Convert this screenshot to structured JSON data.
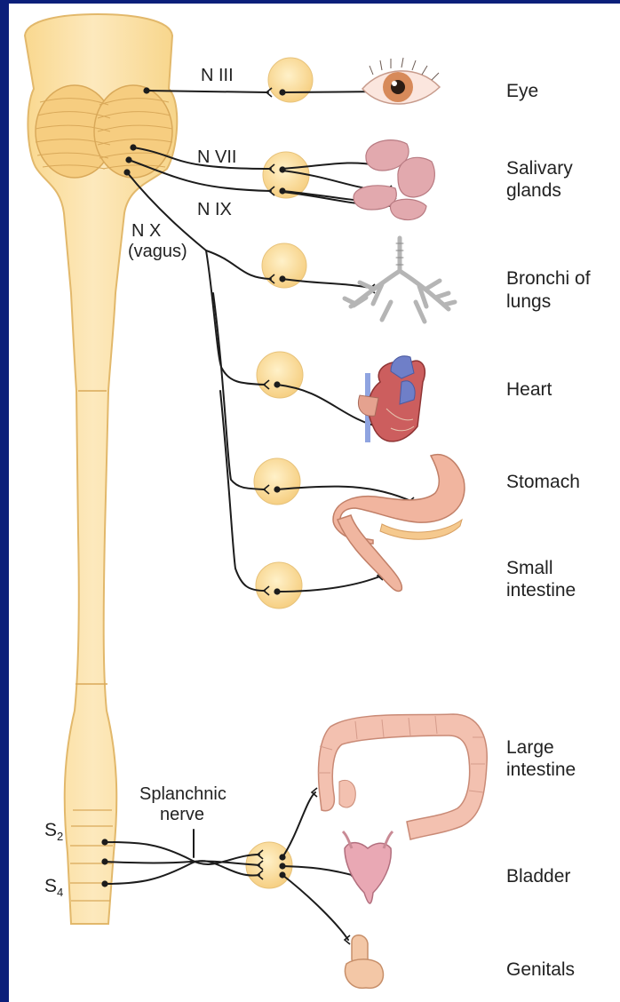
{
  "nerves": {
    "n3": "N III",
    "n7": "N VII",
    "n9": "N IX",
    "n10_line1": "N X",
    "n10_line2": "(vagus)",
    "splanchnic_line1": "Splanchnic",
    "splanchnic_line2": "nerve"
  },
  "segments": {
    "s2_letter": "S",
    "s2_num": "2",
    "s4_letter": "S",
    "s4_num": "4"
  },
  "organs": {
    "eye": "Eye",
    "salivary_1": "Salivary",
    "salivary_2": "glands",
    "bronchi_1": "Bronchi of",
    "bronchi_2": "lungs",
    "heart": "Heart",
    "stomach": "Stomach",
    "small_1": "Small",
    "small_2": "intestine",
    "large_1": "Large",
    "large_2": "intestine",
    "bladder": "Bladder",
    "genitals": "Genitals"
  },
  "colors": {
    "background": "#0b1f7a",
    "cord_fill": "#fbe3a9",
    "cord_stroke": "#e7c27a",
    "ganglion_fill": "#fcdc9a",
    "nerve_line": "#1c1c1c",
    "organ_pink": "#e9b2b2",
    "heart_red": "#c8585a",
    "vessel_blue": "#6f7fc8",
    "bronchi_gray": "#c9c9c9"
  }
}
